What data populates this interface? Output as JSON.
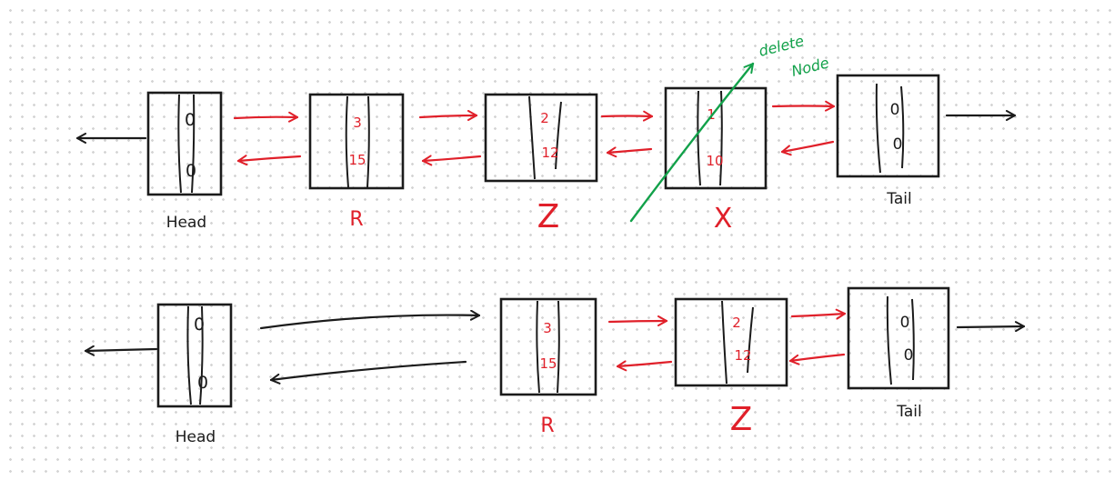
{
  "colors": {
    "ink": "#1b1b1b",
    "red": "#e0202a",
    "green": "#12a14a"
  },
  "top_list": {
    "nodes": [
      {
        "prev": "0",
        "next": "0",
        "label": "Head",
        "label_color": "ink",
        "value_color": "ink"
      },
      {
        "prev": "3",
        "next": "15",
        "label": "R",
        "label_color": "red",
        "value_color": "red"
      },
      {
        "prev": "2",
        "next": "12",
        "label": "Z",
        "label_color": "red",
        "value_color": "red"
      },
      {
        "prev": "1",
        "next": "10",
        "label": "X",
        "label_color": "red",
        "value_color": "red"
      },
      {
        "prev": "0",
        "next": "0",
        "label": "Tail",
        "label_color": "ink",
        "value_color": "ink"
      }
    ],
    "annotation": {
      "line1": "delete",
      "line2": "Node"
    }
  },
  "bottom_list": {
    "nodes": [
      {
        "prev": "0",
        "next": "0",
        "label": "Head",
        "label_color": "ink",
        "value_color": "ink"
      },
      {
        "prev": "3",
        "next": "15",
        "label": "R",
        "label_color": "red",
        "value_color": "red"
      },
      {
        "prev": "2",
        "next": "12",
        "label": "Z",
        "label_color": "red",
        "value_color": "red"
      },
      {
        "prev": "0",
        "next": "0",
        "label": "Tail",
        "label_color": "ink",
        "value_color": "ink"
      }
    ]
  }
}
